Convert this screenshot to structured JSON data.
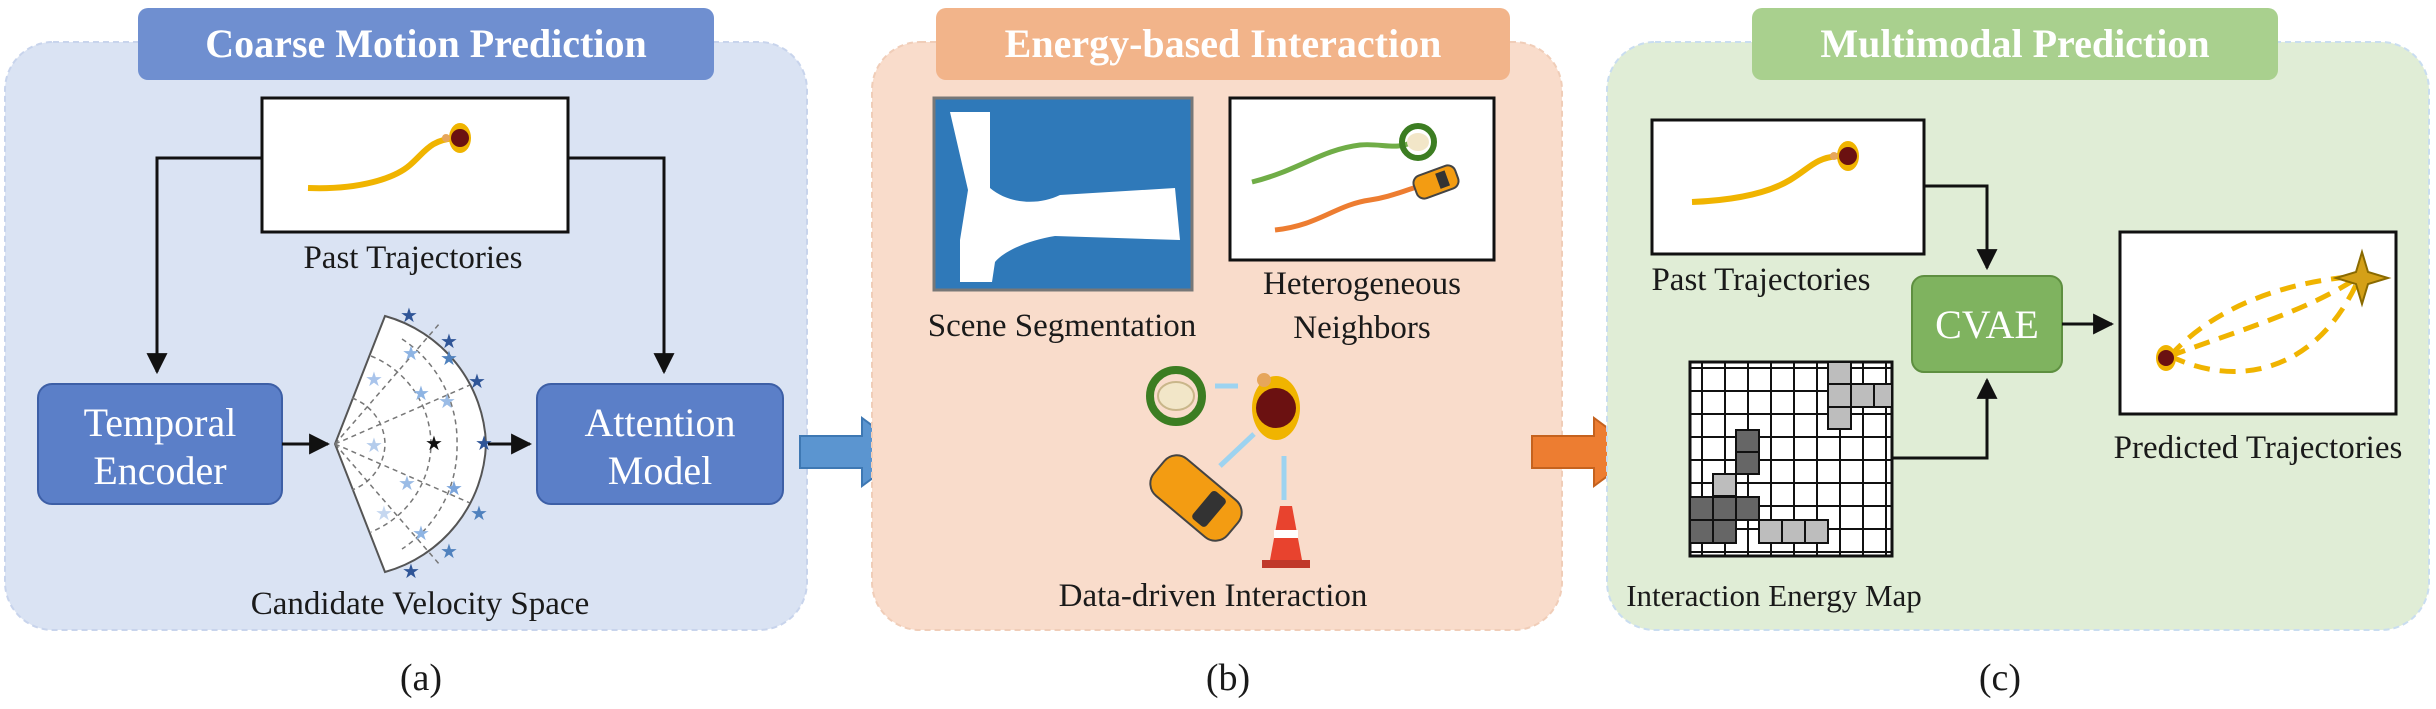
{
  "panel_a": {
    "title": "Coarse Motion Prediction",
    "past_trajectories": "Past Trajectories",
    "temporal_encoder": [
      "Temporal",
      "Encoder"
    ],
    "attention_model": [
      "Attention",
      "Model"
    ],
    "candidate_velocity_space": "Candidate Velocity Space",
    "caption": "(a)"
  },
  "panel_b": {
    "title": "Energy-based Interaction",
    "scene_segmentation": "Scene Segmentation",
    "heterogeneous_neighbors": [
      "Heterogeneous",
      "Neighbors"
    ],
    "data_driven_interaction": "Data-driven Interaction",
    "caption": "(b)"
  },
  "panel_c": {
    "title": "Multimodal Prediction",
    "past_trajectories": "Past Trajectories",
    "cvae": "CVAE",
    "predicted_trajectories": "Predicted Trajectories",
    "interaction_energy_map": "Interaction Energy Map",
    "caption": "(c)"
  },
  "colors": {
    "panel_a_bg": "#dae3f3",
    "panel_a_title": "#6f8fd0",
    "panel_b_bg": "#f9dccb",
    "panel_b_title": "#f2b48a",
    "panel_c_bg": "#e0edd6",
    "panel_c_title": "#a9d08e",
    "module_box": "#5b7fc8",
    "cvae_box": "#7fb35f",
    "blue_arrow": "#5b95d0",
    "orange_arrow": "#ed7d31",
    "trajectory_yellow": "#f0b400",
    "segmentation_blue": "#2f79b9"
  }
}
